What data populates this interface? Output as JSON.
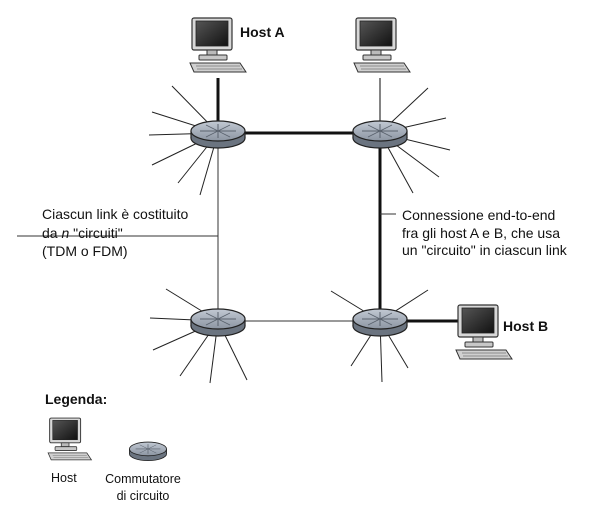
{
  "labels": {
    "host_a": "Host A",
    "host_b": "Host B",
    "left_note": {
      "line1": "Ciascun link è costituito",
      "line2_prefix": "da ",
      "line2_italic": "n",
      "line2_suffix": " \"circuiti\"",
      "line3": "(TDM o FDM)"
    },
    "right_note": {
      "line1": "Connessione end-to-end",
      "line2": "fra gli host A e B, che usa",
      "line3": "un \"circuito\" in ciascun link"
    }
  },
  "legend": {
    "title": "Legenda:",
    "host_label": "Host",
    "switch_label_line1": "Commutatore",
    "switch_label_line2": "di circuito"
  },
  "colors": {
    "switch_fill": "#9aa3b0",
    "switch_dark": "#6b7480",
    "link_thin": "#333333",
    "link_thick": "#111111",
    "monitor_frame": "#d8d8d8",
    "screen": "#2a2a2a"
  }
}
